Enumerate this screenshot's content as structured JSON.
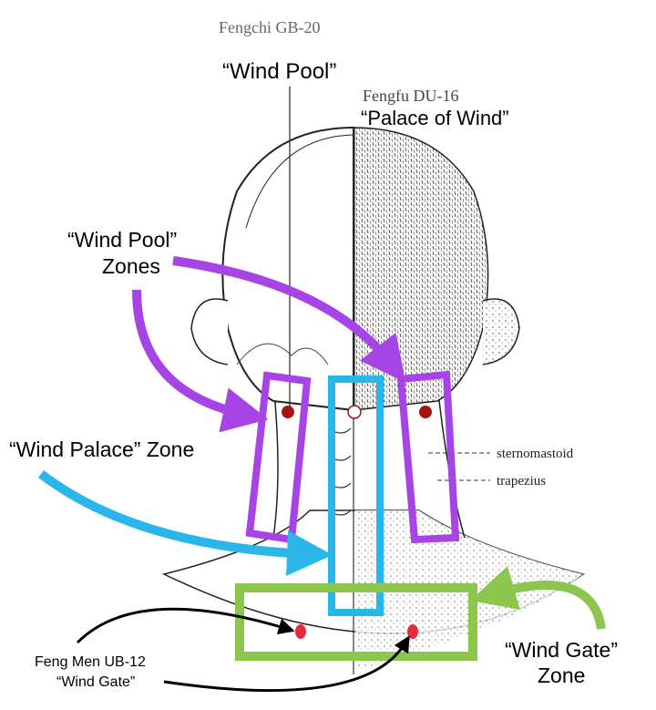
{
  "labels": {
    "fengchi_name": "Fengchi GB-20",
    "fengchi_translation": "“Wind Pool”",
    "fengfu_name": "Fengfu DU-16",
    "fengfu_translation": "“Palace of Wind”",
    "wind_pool_zones_line1": "“Wind Pool”",
    "wind_pool_zones_line2": "Zones",
    "wind_palace_zone": "“Wind Palace” Zone",
    "sternomastoid": "sternomastoid",
    "trapezius": "trapezius",
    "fengmen_name": "Feng Men UB-12",
    "fengmen_translation": "“Wind Gate”",
    "wind_gate_zone_line1": "“Wind Gate”",
    "wind_gate_zone_line2": "Zone"
  },
  "colors": {
    "wind_pool": "#a644e6",
    "wind_palace": "#2bb6ea",
    "wind_gate": "#8dc64e",
    "point_dark": "#a81414",
    "point_bright": "#e8283c"
  }
}
